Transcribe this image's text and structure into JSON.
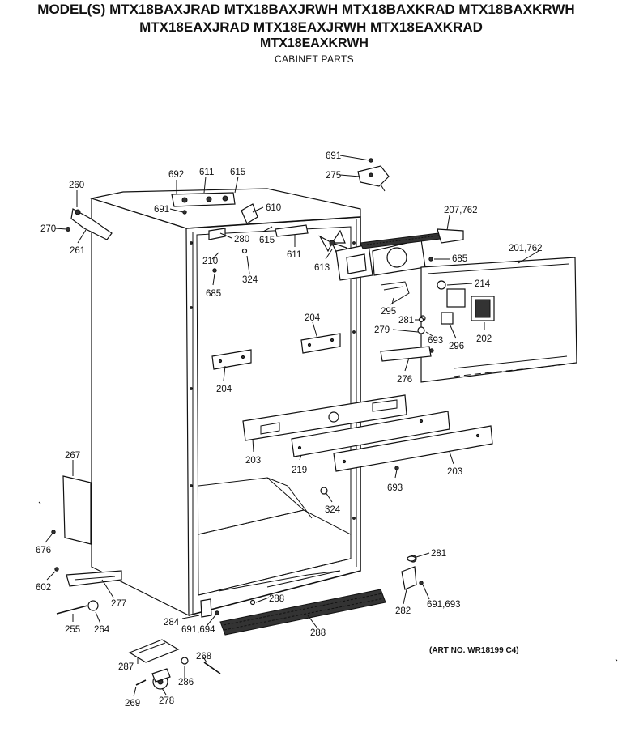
{
  "header": {
    "line1": "MODEL(S) MTX18BAXJRAD  MTX18BAXJRWH  MTX18BAXKRAD  MTX18BAXKRWH",
    "line2": "MTX18EAXJRAD  MTX18EAXJRWH  MTX18EAXKRAD",
    "line3": "MTX18EAXKRWH",
    "line4": "CABINET PARTS"
  },
  "art_number": "(ART NO. WR18199 C4)",
  "part_labels": [
    {
      "id": "lbl-691-top",
      "text": "691"
    },
    {
      "id": "lbl-275",
      "text": "275"
    },
    {
      "id": "lbl-692",
      "text": "692"
    },
    {
      "id": "lbl-611-top",
      "text": "611"
    },
    {
      "id": "lbl-615-top",
      "text": "615"
    },
    {
      "id": "lbl-260",
      "text": "260"
    },
    {
      "id": "lbl-691-left",
      "text": "691"
    },
    {
      "id": "lbl-610",
      "text": "610"
    },
    {
      "id": "lbl-207-762",
      "text": "207,762"
    },
    {
      "id": "lbl-270",
      "text": "270"
    },
    {
      "id": "lbl-280",
      "text": "280"
    },
    {
      "id": "lbl-615-mid",
      "text": "615"
    },
    {
      "id": "lbl-261",
      "text": "261"
    },
    {
      "id": "lbl-201-762",
      "text": "201,762"
    },
    {
      "id": "lbl-611-mid",
      "text": "611"
    },
    {
      "id": "lbl-685-right",
      "text": "685"
    },
    {
      "id": "lbl-210",
      "text": "210"
    },
    {
      "id": "lbl-613",
      "text": "613"
    },
    {
      "id": "lbl-324-top",
      "text": "324"
    },
    {
      "id": "lbl-214",
      "text": "214"
    },
    {
      "id": "lbl-685-left",
      "text": "685"
    },
    {
      "id": "lbl-295",
      "text": "295"
    },
    {
      "id": "lbl-204-right",
      "text": "204"
    },
    {
      "id": "lbl-281-mid",
      "text": "281"
    },
    {
      "id": "lbl-279",
      "text": "279"
    },
    {
      "id": "lbl-693-mid",
      "text": "693"
    },
    {
      "id": "lbl-296",
      "text": "296"
    },
    {
      "id": "lbl-202",
      "text": "202"
    },
    {
      "id": "lbl-276",
      "text": "276"
    },
    {
      "id": "lbl-204-left",
      "text": "204"
    },
    {
      "id": "lbl-267",
      "text": "267"
    },
    {
      "id": "lbl-203-left",
      "text": "203"
    },
    {
      "id": "lbl-219",
      "text": "219"
    },
    {
      "id": "lbl-203-right",
      "text": "203"
    },
    {
      "id": "lbl-693-low",
      "text": "693"
    },
    {
      "id": "lbl-324-low",
      "text": "324"
    },
    {
      "id": "lbl-676",
      "text": "676"
    },
    {
      "id": "lbl-281-low",
      "text": "281"
    },
    {
      "id": "lbl-602",
      "text": "602"
    },
    {
      "id": "lbl-277",
      "text": "277"
    },
    {
      "id": "lbl-288-a",
      "text": "288"
    },
    {
      "id": "lbl-691-693",
      "text": "691,693"
    },
    {
      "id": "lbl-282",
      "text": "282"
    },
    {
      "id": "lbl-284",
      "text": "284"
    },
    {
      "id": "lbl-691-694",
      "text": "691,694"
    },
    {
      "id": "lbl-255",
      "text": "255"
    },
    {
      "id": "lbl-264",
      "text": "264"
    },
    {
      "id": "lbl-288-b",
      "text": "288"
    },
    {
      "id": "lbl-268",
      "text": "268"
    },
    {
      "id": "lbl-287",
      "text": "287"
    },
    {
      "id": "lbl-286",
      "text": "286"
    },
    {
      "id": "lbl-269",
      "text": "269"
    },
    {
      "id": "lbl-278",
      "text": "278"
    }
  ]
}
